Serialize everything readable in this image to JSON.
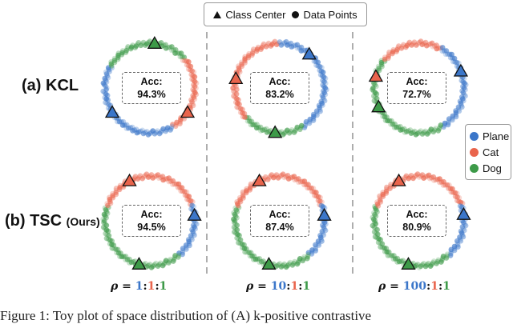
{
  "legend": {
    "center_label": "Class Center",
    "points_label": "Data Points"
  },
  "rows": [
    {
      "label": "(a) KCL",
      "sub": ""
    },
    {
      "label": "(b) TSC",
      "sub": "(Ours)"
    }
  ],
  "accuracy": {
    "title": "Acc:",
    "values": [
      [
        "94.3%",
        "83.2%",
        "72.7%"
      ],
      [
        "94.5%",
        "87.4%",
        "80.9%"
      ]
    ]
  },
  "classes": [
    {
      "name": "Plane",
      "color": "#3b76c9"
    },
    {
      "name": "Cat",
      "color": "#e9644c"
    },
    {
      "name": "Dog",
      "color": "#3d9a48"
    }
  ],
  "ratios": [
    {
      "rho": "ρ",
      "eq": " = ",
      "a": "1",
      "b": "1",
      "c": "1"
    },
    {
      "rho": "ρ",
      "eq": " = ",
      "a": "10",
      "b": "1",
      "c": "1"
    },
    {
      "rho": "ρ",
      "eq": " = ",
      "a": "100",
      "b": "1",
      "c": "1"
    }
  ],
  "caption": "Figure 1: Toy plot of space distribution of (A) k-positive contrastive"
}
